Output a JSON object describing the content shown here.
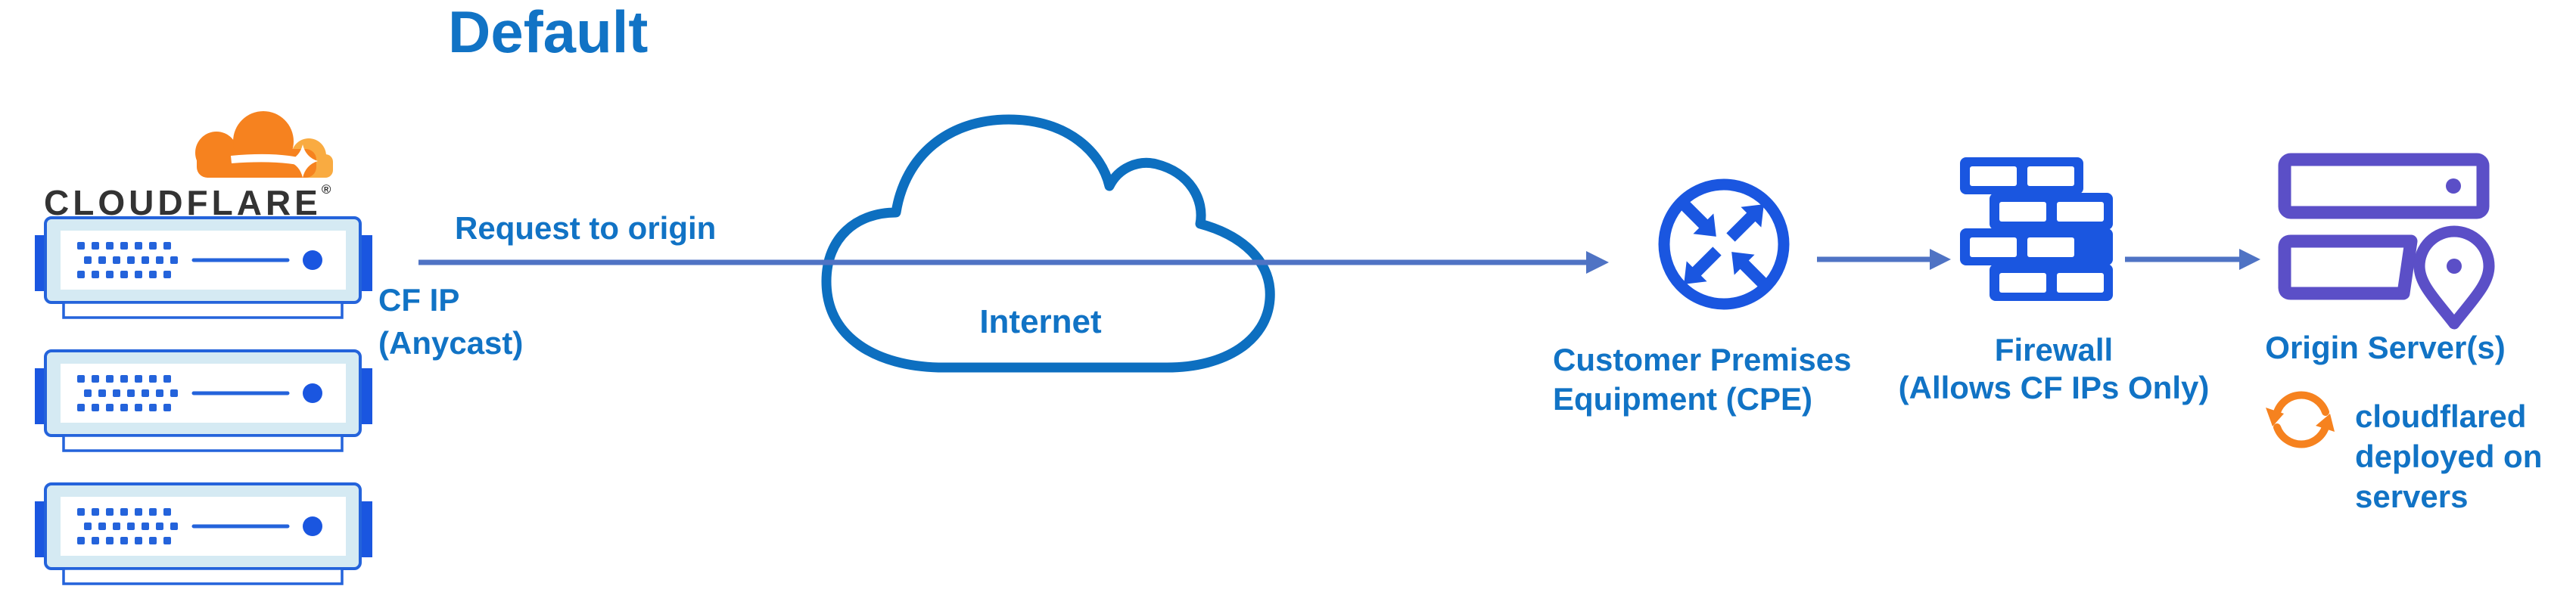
{
  "diagram": {
    "title": "Default",
    "brand": {
      "wordmark": "CLOUDFLARE",
      "registered": "®"
    },
    "labels": {
      "request": "Request to origin",
      "cf_ip_line1": "CF IP",
      "cf_ip_line2": "(Anycast)",
      "internet": "Internet",
      "cpe_line1": "Customer Premises",
      "cpe_line2": "Equipment (CPE)",
      "firewall_line1": "Firewall",
      "firewall_line2": "(Allows CF IPs Only)",
      "origin": "Origin Server(s)",
      "note_line1": "cloudflared",
      "note_line2": "deployed on",
      "note_line3": "servers"
    },
    "icons": {
      "cloudflare_logo": "orange-cloud-logo",
      "edge_servers": "server-rack-x3",
      "internet": "cloud-outline",
      "cpe": "router-circle-arrows",
      "firewall": "brick-wall",
      "origin": "server-stack-with-location-pin",
      "cloudflared": "sync-circular-arrows"
    },
    "colors": {
      "text_blue": "#1173c5",
      "icon_blue": "#1a56e0",
      "arrow_blue": "#4f73c4",
      "cloud_stroke": "#0d6fc0",
      "purple": "#5b4fc7",
      "orange": "#f6821f",
      "orange_light": "#f9ab41",
      "server_fill": "#d5eaf3",
      "server_stroke": "#2463db",
      "wordmark_black": "#333333"
    }
  }
}
